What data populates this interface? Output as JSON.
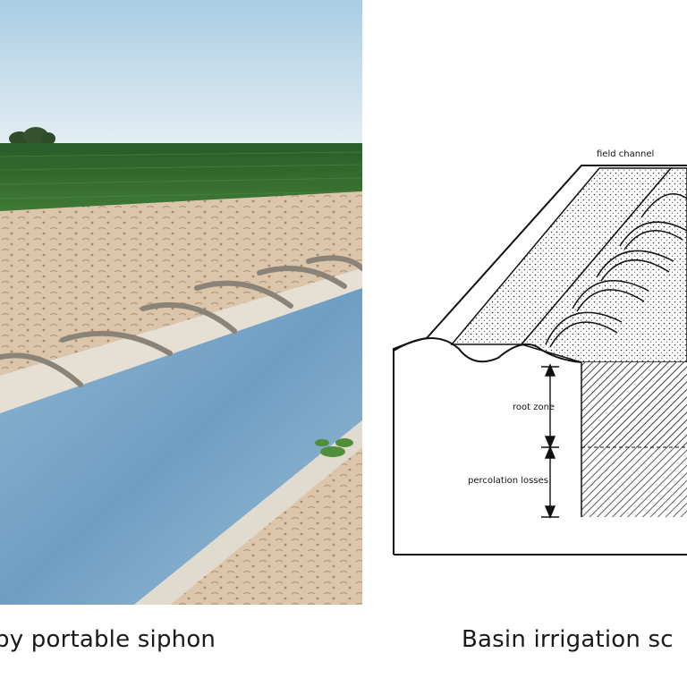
{
  "photo": {
    "subject": "concrete irrigation canal with portable siphon tubes beside a crop field"
  },
  "diagram": {
    "labels": {
      "field_channel": "field channel",
      "root_zone": "root zone",
      "percolation_losses": "percolation losses"
    }
  },
  "captions": {
    "left": "by portable siphon",
    "right": "Basin irrigation sc"
  },
  "colors": {
    "sky": "#cfe3ef",
    "crop": "#2f6a2c",
    "soil": "#d9c1a6",
    "water": "#7fa9c9",
    "concrete": "#e3ddd2",
    "pipe": "#8a8378"
  }
}
